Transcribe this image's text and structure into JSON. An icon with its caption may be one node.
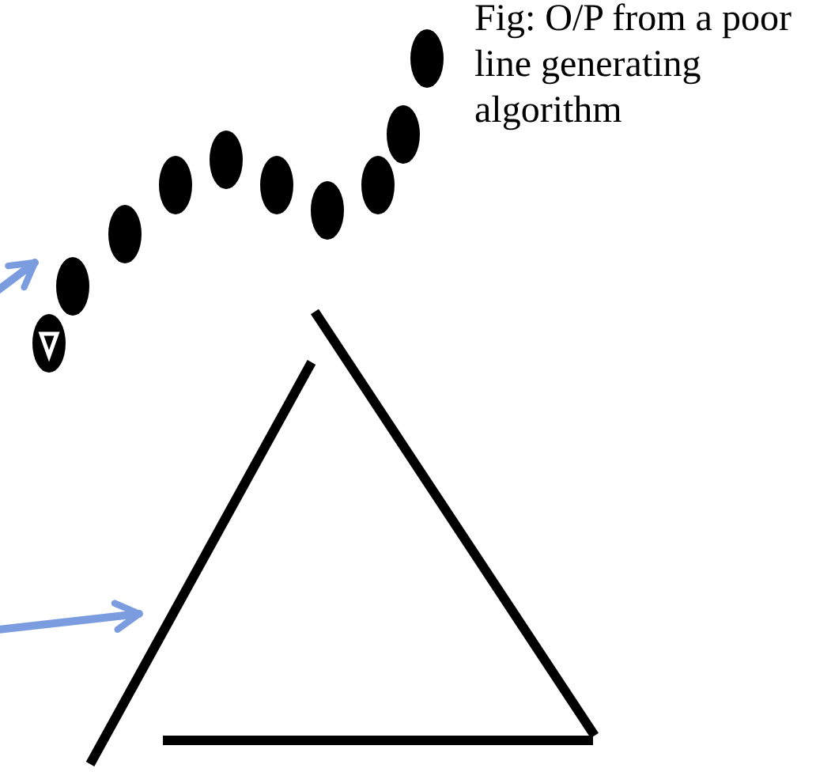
{
  "diagram": {
    "caption": "Fig: O/P from a poor line generating algorithm",
    "nodes": [
      {
        "text": [],
        "shape": "picture"
      },
      {
        "text": [],
        "shape": "picture"
      }
    ],
    "edges": [
      {
        "from": null,
        "to": 0,
        "arrow": "to",
        "color": "#7b9ddf"
      },
      {
        "from": null,
        "to": 1,
        "arrow": "to",
        "color": "#7b9ddf"
      }
    ]
  }
}
